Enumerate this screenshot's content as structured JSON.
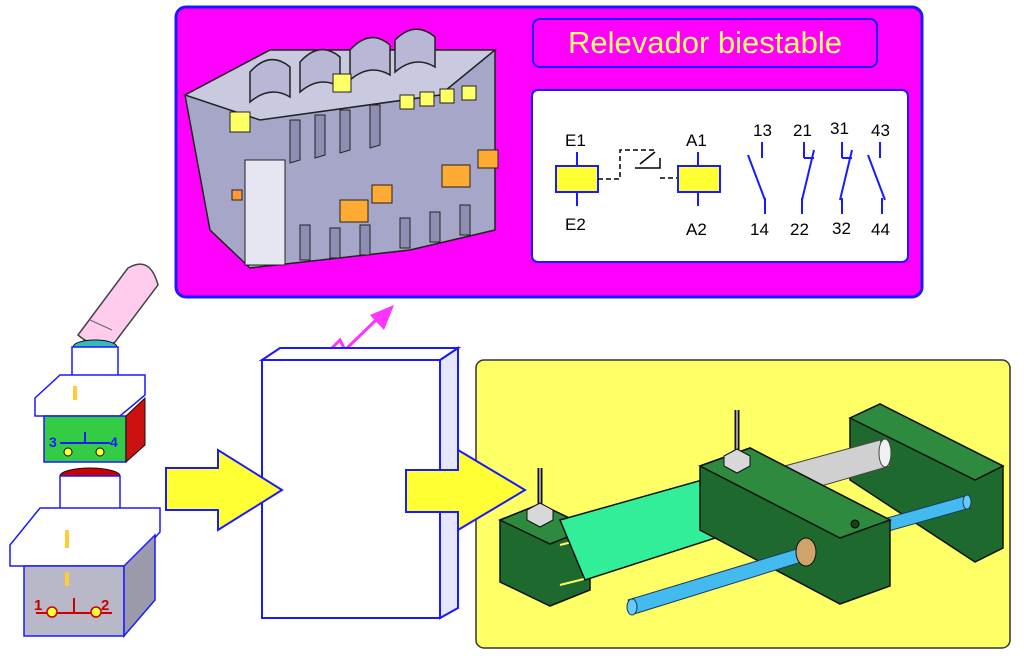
{
  "title": "Relevador biestable",
  "schematic": {
    "coil_left": {
      "top": "E1",
      "bottom": "E2"
    },
    "coil_right": {
      "top": "A1",
      "bottom": "A2"
    },
    "contacts": [
      {
        "top": "13",
        "bottom": "14"
      },
      {
        "top": "21",
        "bottom": "22"
      },
      {
        "top": "31",
        "bottom": "32"
      },
      {
        "top": "43",
        "bottom": "44"
      }
    ]
  },
  "pushbutton": {
    "upper_block": {
      "left": "3",
      "right": "4"
    },
    "lower_block": {
      "left": "1",
      "right": "2"
    }
  },
  "colors": {
    "relay_panel": "#ff00ff",
    "title_text": "#ffff66",
    "border_blue": "#1a1aff",
    "cylinder_panel": "#ffff66",
    "coil_yellow": "#ffff33",
    "arrow_yellow": "#ffff33",
    "green_body": "#1a7a33",
    "cylinder_tube": "#33ee99",
    "rod_blue": "#44bbee"
  }
}
